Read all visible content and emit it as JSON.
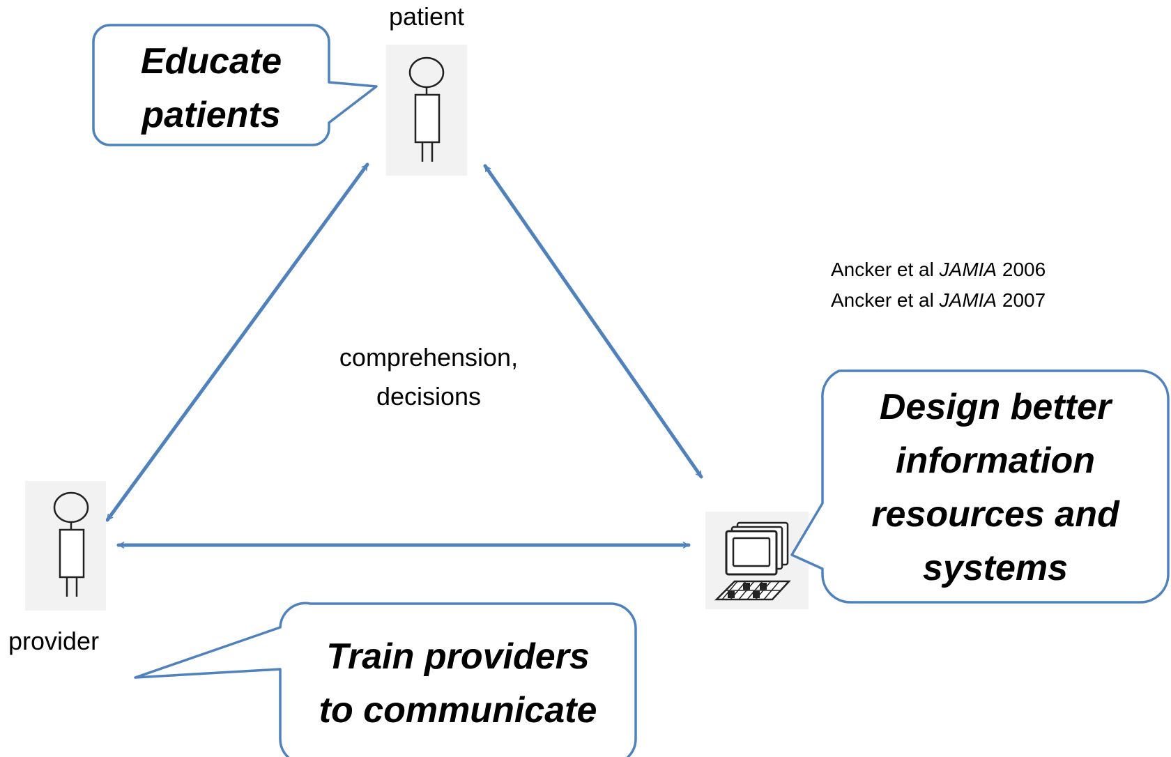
{
  "nodes": {
    "patient": {
      "label": "patient"
    },
    "provider": {
      "label": "provider"
    },
    "computer": {
      "label": ""
    }
  },
  "center_label": [
    "comprehension,",
    "decisions"
  ],
  "callouts": {
    "educate": [
      "Educate",
      "patients"
    ],
    "design": [
      "Design better",
      "information",
      "resources and",
      "systems"
    ],
    "train": [
      "Train providers",
      "to communicate"
    ]
  },
  "citations": [
    {
      "author": "Ancker et al",
      "journal": "JAMIA",
      "year": "2006"
    },
    {
      "author": "Ancker et al",
      "journal": "JAMIA",
      "year": "2007"
    }
  ],
  "colors": {
    "arrow": "#4F81BD",
    "callout_border": "#4F81BD",
    "icon_bg": "#F2F2F2"
  }
}
